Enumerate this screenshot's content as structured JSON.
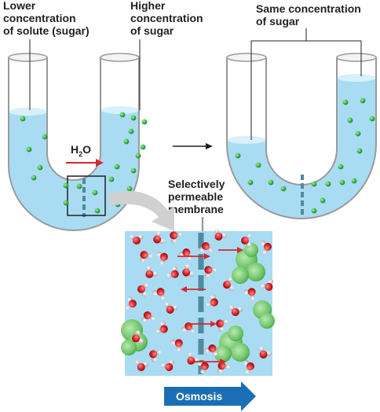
{
  "labels": {
    "lower": "Lower\nconcentration\nof solute (sugar)",
    "higher": "Higher\nconcentration\nof sugar",
    "same": "Same concentration\nof sugar",
    "membrane": "Selectively\npermeable\nmembrane",
    "water_main": "H",
    "water_sub": "2",
    "water_end": "O",
    "osmosis": "Osmosis"
  },
  "colors": {
    "water": "#a9dcf3",
    "water_surface": "#d7f0fb",
    "tube_outline": "#9a9a9a",
    "sugar": "#3bb24a",
    "arrow_red": "#d7282f",
    "membrane": "#4f8a9e",
    "osmosis_arrow": "#1a6fb4",
    "oxygen": "#d92128",
    "hydrogen": "#ececec"
  }
}
